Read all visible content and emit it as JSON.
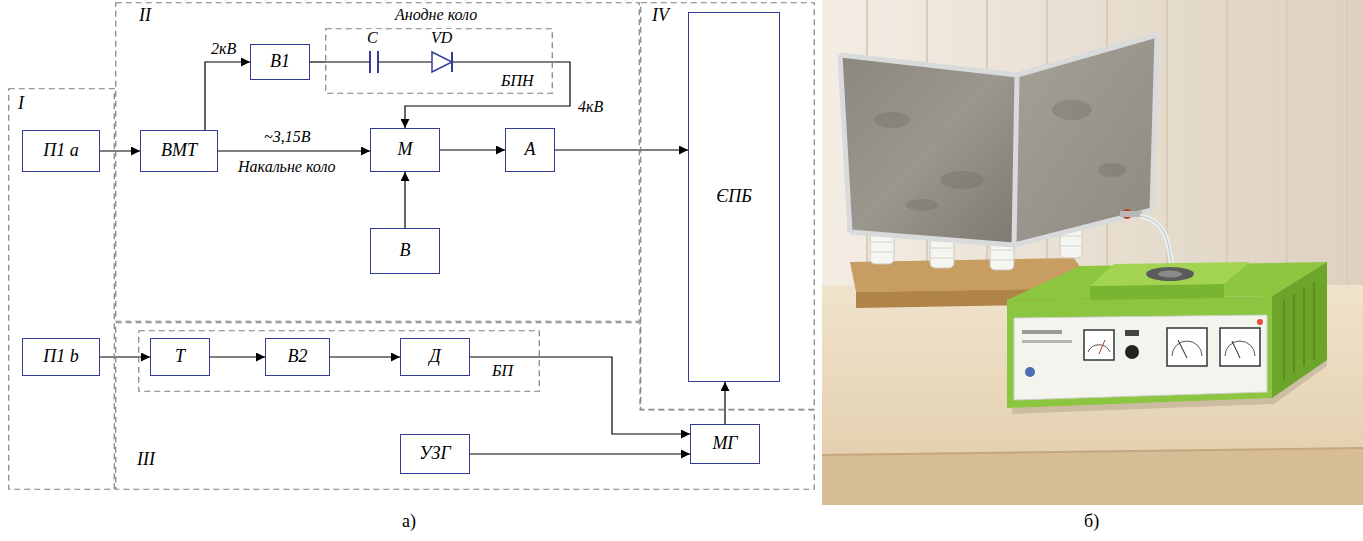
{
  "diagram": {
    "nodes": [
      {
        "text": [
          "I"
        ]
      },
      {
        "text": [
          "П1 a"
        ],
        "in": 0
      },
      {
        "text": [
          "П1 b"
        ],
        "in": 0
      },
      {
        "text": [
          "II"
        ]
      },
      {
        "text": [
          "В1"
        ],
        "in": 3
      },
      {
        "text": [
          "Анодне коло",
          "БПН"
        ],
        "in": 3
      },
      {
        "text": [
          "ВМТ"
        ],
        "in": 3
      },
      {
        "text": [
          "М"
        ],
        "in": 3
      },
      {
        "text": [
          "А"
        ],
        "in": 3
      },
      {
        "text": [
          "В"
        ],
        "in": 3
      },
      {
        "text": [
          "IV"
        ]
      },
      {
        "text": [
          "ЄПБ"
        ],
        "in": 10
      },
      {
        "text": [
          "III"
        ]
      },
      {
        "text": [
          "БП"
        ],
        "in": 12
      },
      {
        "text": [
          "Т"
        ],
        "in": 13
      },
      {
        "text": [
          "В2"
        ],
        "in": 13
      },
      {
        "text": [
          "Д"
        ],
        "in": 13
      },
      {
        "text": [
          "УЗГ"
        ],
        "in": 12
      },
      {
        "text": [
          "МГ"
        ],
        "in": 12
      }
    ],
    "edges": [
      {
        "from": 1,
        "to": 6,
        "arrow": "to"
      },
      {
        "from": 6,
        "to": 4,
        "label": "2кВ",
        "arrow": "to"
      },
      {
        "from": 4,
        "to": 5,
        "arrow": "none"
      },
      {
        "from": 5,
        "to": 7,
        "label": "4кВ",
        "arrow": "to"
      },
      {
        "from": 6,
        "to": 7,
        "label": "~3,15В",
        "arrow": "to"
      },
      {
        "from": 7,
        "to": 8,
        "arrow": "to"
      },
      {
        "from": 9,
        "to": 7,
        "arrow": "to"
      },
      {
        "from": 8,
        "to": 11,
        "arrow": "to"
      },
      {
        "from": 2,
        "to": 14,
        "arrow": "to"
      },
      {
        "from": 14,
        "to": 15,
        "arrow": "to"
      },
      {
        "from": 15,
        "to": 16,
        "arrow": "to"
      },
      {
        "from": 16,
        "to": 18,
        "arrow": "to"
      },
      {
        "from": 17,
        "to": 18,
        "arrow": "to"
      },
      {
        "from": 18,
        "to": 11,
        "arrow": "to"
      }
    ],
    "labels": [
      "C",
      "VD",
      "Накальне коло",
      "а)",
      "б)"
    ]
  }
}
